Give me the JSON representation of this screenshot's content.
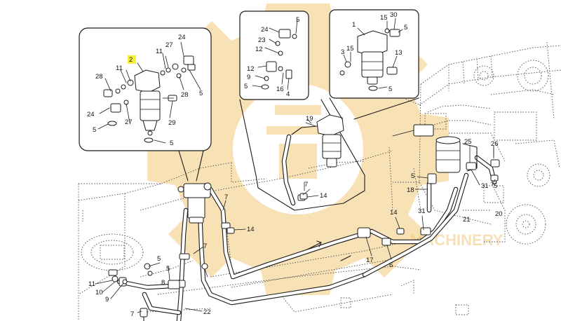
{
  "diagram": {
    "highlight_color": "#f5f03a",
    "watermark_color": "#f2c879",
    "highlighted_callout": "2",
    "callouts": {
      "c1": "2",
      "c2": "28",
      "c3": "11",
      "c4": "27",
      "c5": "24",
      "c6": "11",
      "c7": "28",
      "c8": "5",
      "c9": "24",
      "c10": "27",
      "c11": "5",
      "c12": "29",
      "c13": "5"
    },
    "labels": {
      "m1": "24",
      "m2": "5",
      "m3": "23",
      "m4": "12",
      "m5": "12",
      "m6": "9",
      "m7": "5",
      "m8": "16",
      "m9": "4",
      "r1": "1",
      "r2": "15",
      "r3": "30",
      "r4": "5",
      "r5": "3",
      "r6": "15",
      "r7": "13",
      "r8": "5",
      "b1": "19",
      "b2": "7",
      "b3": "14",
      "b4": "25",
      "b5": "26",
      "b6": "5",
      "b7": "31",
      "b8": "18",
      "b9": "5",
      "b10": "14",
      "b11": "31",
      "b12": "21",
      "b13": "20",
      "b14": "17",
      "b15": "6",
      "b16": "7",
      "b17": "14",
      "b18": "7",
      "b19": "5",
      "b20": "11",
      "b21": "10",
      "b22": "9",
      "b23": "8",
      "b24": "7",
      "b25": "22",
      "b26": "5"
    }
  }
}
